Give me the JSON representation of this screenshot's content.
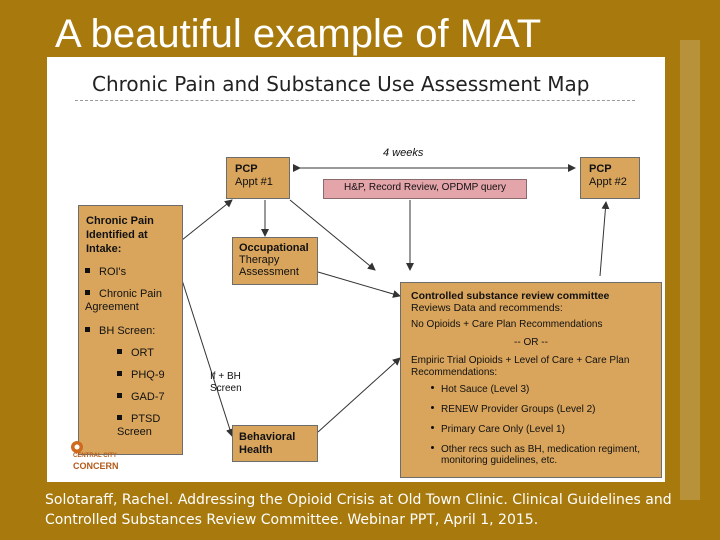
{
  "slide": {
    "title": "A beautiful example of MAT",
    "caption": "Solotaraff, Rachel. Addressing the Opioid Crisis at Old Town Clinic. Clinical Guidelines and Controlled Substances Review Committee. Webinar PPT, April 1, 2015."
  },
  "map": {
    "title": "Chronic Pain and Substance Use Assessment Map",
    "interval_label": "4 weeks",
    "pcp1": {
      "title": "PCP",
      "subtitle": "Appt #1"
    },
    "pcp2": {
      "title": "PCP",
      "subtitle": "Appt #2"
    },
    "record_bar": "H&P, Record Review, OPDMP query",
    "intake": {
      "heading": "Chronic Pain Identified at Intake:",
      "items": [
        "ROI's",
        "Chronic Pain Agreement",
        "BH Screen:"
      ],
      "sub_items": [
        "ORT",
        "PHQ-9",
        "GAD-7",
        "PTSD Screen"
      ]
    },
    "ot": {
      "heading": "Occupational",
      "rest": "Therapy Assessment"
    },
    "bh": {
      "heading": "Behavioral Health"
    },
    "bh_note": "If + BH Screen",
    "committee": {
      "heading": "Controlled substance review committee",
      "subheading": "Reviews Data and recommends:",
      "option1": "No Opioids + Care Plan Recommendations",
      "or": "-- OR --",
      "option2": "Empiric Trial Opioids + Level of Care + Care Plan Recommendations:",
      "levels": [
        "Hot Sauce (Level 3)",
        "RENEW Provider Groups (Level 2)",
        "Primary Care Only (Level 1)",
        "Other recs such as BH, medication regiment, monitoring guidelines, etc."
      ]
    },
    "logo_text": [
      "CENTRAL CITY",
      "CONCERN"
    ]
  },
  "colors": {
    "background": "#a87a0e",
    "box_fill": "#d9a55c",
    "bar_fill": "#e3a4aa"
  }
}
